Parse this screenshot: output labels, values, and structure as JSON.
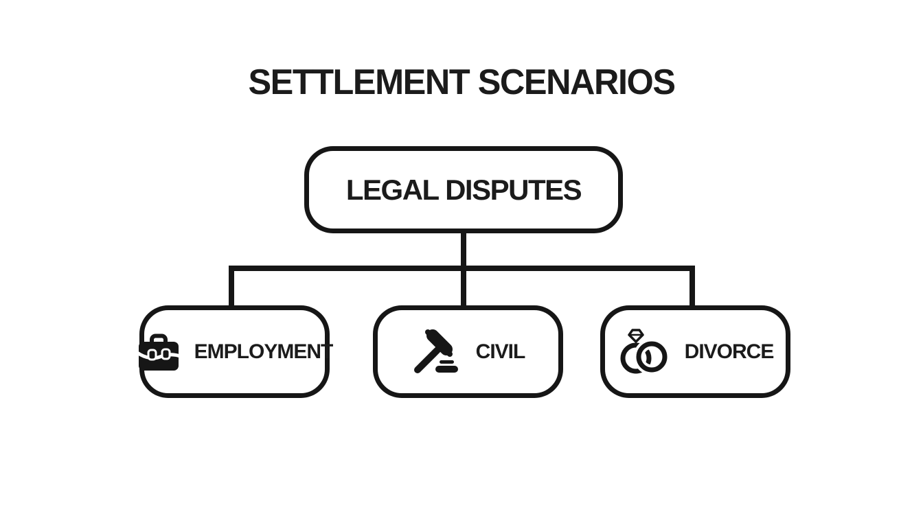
{
  "page": {
    "title": "SETTLEMENT SCENARIOS"
  },
  "diagram": {
    "type": "flowchart-tree",
    "root": {
      "label": "LEGAL DISPUTES"
    },
    "children": [
      {
        "label": "EMPLOYMENT",
        "icon": "briefcase-icon"
      },
      {
        "label": "CIVIL",
        "icon": "gavel-icon"
      },
      {
        "label": "DIVORCE",
        "icon": "wedding-rings-icon"
      }
    ],
    "colors": {
      "bg": "#ffffff",
      "line_color": "#161616",
      "box_border": "#161616",
      "text_color": "#1b1b1b",
      "box_fill": "#ffffff"
    }
  }
}
